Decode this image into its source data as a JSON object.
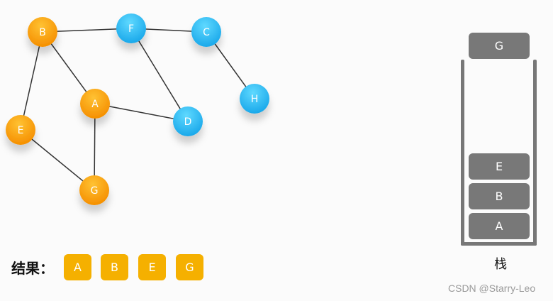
{
  "colors": {
    "visited": "#f5a100",
    "unvisited": "#2bb7f0",
    "edge": "#333333",
    "stack": "#787878",
    "result_box": "#f5b000"
  },
  "graph": {
    "nodes": [
      {
        "id": "B",
        "label": "B",
        "state": "visited"
      },
      {
        "id": "F",
        "label": "F",
        "state": "unvisited"
      },
      {
        "id": "C",
        "label": "C",
        "state": "unvisited"
      },
      {
        "id": "A",
        "label": "A",
        "state": "visited"
      },
      {
        "id": "D",
        "label": "D",
        "state": "unvisited"
      },
      {
        "id": "H",
        "label": "H",
        "state": "unvisited"
      },
      {
        "id": "E",
        "label": "E",
        "state": "visited"
      },
      {
        "id": "G",
        "label": "G",
        "state": "visited"
      }
    ],
    "edges": [
      [
        "B",
        "F"
      ],
      [
        "F",
        "C"
      ],
      [
        "C",
        "H"
      ],
      [
        "B",
        "A"
      ],
      [
        "B",
        "E"
      ],
      [
        "F",
        "D"
      ],
      [
        "A",
        "D"
      ],
      [
        "A",
        "G"
      ],
      [
        "E",
        "G"
      ]
    ]
  },
  "result": {
    "label": "结果：",
    "items": [
      "A",
      "B",
      "E",
      "G"
    ]
  },
  "stack": {
    "label": "栈",
    "incoming": "G",
    "items": [
      "E",
      "B",
      "A"
    ]
  },
  "watermark": "CSDN @Starry-Leo"
}
